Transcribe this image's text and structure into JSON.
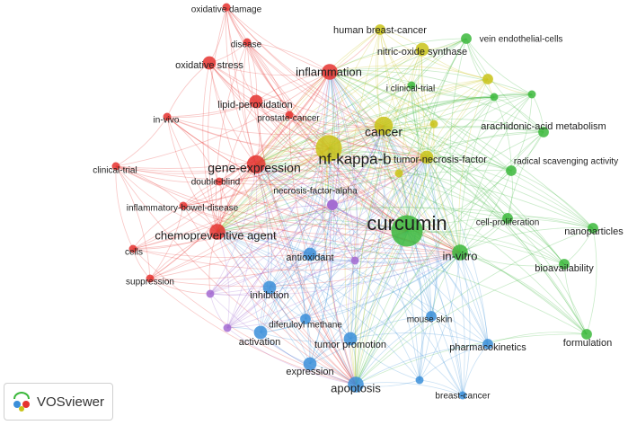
{
  "app": {
    "name": "VOSviewer"
  },
  "colors": {
    "red": "#e5322f",
    "yellow": "#c9c318",
    "green": "#3cb83c",
    "blue": "#3b8fd9",
    "purple": "#a36ad1"
  },
  "nodes": [
    {
      "id": "curcumin",
      "label": "curcumin",
      "cluster": "green",
      "weight": 10
    },
    {
      "id": "nf-kappa-b",
      "label": "nf-kappa-b",
      "cluster": "yellow",
      "weight": 8
    },
    {
      "id": "cancer",
      "label": "cancer",
      "cluster": "yellow",
      "weight": 5
    },
    {
      "id": "gene-expression",
      "label": "gene-expression",
      "cluster": "red",
      "weight": 5
    },
    {
      "id": "inflammation",
      "label": "inflammation",
      "cluster": "red",
      "weight": 4
    },
    {
      "id": "chemopreventive-agent",
      "label": "chemopreventive agent",
      "cluster": "red",
      "weight": 4
    },
    {
      "id": "in-vitro",
      "label": "in-vitro",
      "cluster": "green",
      "weight": 4
    },
    {
      "id": "apoptosis",
      "label": "apoptosis",
      "cluster": "blue",
      "weight": 4
    },
    {
      "id": "tumor-necrosis-factor",
      "label": "tumor-necrosis-factor",
      "cluster": "yellow",
      "weight": 3
    },
    {
      "id": "nitric-oxide-synthase",
      "label": "nitric-oxide synthase",
      "cluster": "yellow",
      "weight": 3
    },
    {
      "id": "human-breast-cancer",
      "label": "human breast-cancer",
      "cluster": "yellow",
      "weight": 2
    },
    {
      "id": "oxidative-stress",
      "label": "oxidative stress",
      "cluster": "red",
      "weight": 3
    },
    {
      "id": "lipid-peroxidation",
      "label": "lipid-peroxidation",
      "cluster": "red",
      "weight": 3
    },
    {
      "id": "tumor-promotion",
      "label": "tumor promotion",
      "cluster": "blue",
      "weight": 3
    },
    {
      "id": "antioxidant",
      "label": "antioxidant",
      "cluster": "blue",
      "weight": 3
    },
    {
      "id": "inhibition",
      "label": "inhibition",
      "cluster": "blue",
      "weight": 3
    },
    {
      "id": "activation",
      "label": "activation",
      "cluster": "blue",
      "weight": 3
    },
    {
      "id": "expression",
      "label": "expression",
      "cluster": "blue",
      "weight": 3
    },
    {
      "id": "diferuloyl-methane",
      "label": "diferuloyl methane",
      "cluster": "blue",
      "weight": 2
    },
    {
      "id": "mouse-skin",
      "label": "mouse skin",
      "cluster": "blue",
      "weight": 2
    },
    {
      "id": "pharmacokinetics",
      "label": "pharmacokinetics",
      "cluster": "blue",
      "weight": 2
    },
    {
      "id": "bioavailability",
      "label": "bioavailability",
      "cluster": "green",
      "weight": 2
    },
    {
      "id": "formulation",
      "label": "formulation",
      "cluster": "green",
      "weight": 2
    },
    {
      "id": "nanoparticles",
      "label": "nanoparticles",
      "cluster": "green",
      "weight": 2
    },
    {
      "id": "cell-proliferation",
      "label": "cell-proliferation",
      "cluster": "green",
      "weight": 2
    },
    {
      "id": "radical-scavenging-activity",
      "label": "radical scavenging activity",
      "cluster": "green",
      "weight": 2
    },
    {
      "id": "arachidonic-acid-metabolism",
      "label": "arachidonic-acid metabolism",
      "cluster": "green",
      "weight": 2
    },
    {
      "id": "vein-endothelial-cells",
      "label": "vein endothelial-cells",
      "cluster": "green",
      "weight": 2
    },
    {
      "id": "breast-cancer",
      "label": "breast-cancer",
      "cluster": "blue",
      "weight": 1
    },
    {
      "id": "i-clinical-trial",
      "label": "i clinical-trial",
      "cluster": "green",
      "weight": 1
    },
    {
      "id": "prostate-cancer",
      "label": "prostate-cancer",
      "cluster": "red",
      "weight": 1
    },
    {
      "id": "necrosis-factor-alpha",
      "label": "necrosis-factor-alpha",
      "cluster": "purple",
      "weight": 2
    },
    {
      "id": "double-blind",
      "label": "double-blind",
      "cluster": "red",
      "weight": 1
    },
    {
      "id": "inflammatory-bowel-disease",
      "label": "inflammatory-bowel-disease",
      "cluster": "red",
      "weight": 1
    },
    {
      "id": "clinical-trial",
      "label": "clinical-trial",
      "cluster": "red",
      "weight": 1
    },
    {
      "id": "in-vivo",
      "label": "in-vivo",
      "cluster": "red",
      "weight": 1
    },
    {
      "id": "oxidative-damage",
      "label": "oxidative damage",
      "cluster": "red",
      "weight": 1
    },
    {
      "id": "disease",
      "label": "disease",
      "cluster": "red",
      "weight": 1
    },
    {
      "id": "cells",
      "label": "cells",
      "cluster": "red",
      "weight": 1
    },
    {
      "id": "suppression",
      "label": "suppression",
      "cluster": "red",
      "weight": 1
    },
    {
      "id": "u-purple-1",
      "label": "",
      "cluster": "purple",
      "weight": 2
    },
    {
      "id": "u-purple-2",
      "label": "",
      "cluster": "purple",
      "weight": 1
    },
    {
      "id": "u-purple-3",
      "label": "",
      "cluster": "purple",
      "weight": 1
    },
    {
      "id": "u-purple-4",
      "label": "",
      "cluster": "purple",
      "weight": 1
    },
    {
      "id": "u-yellow-1",
      "label": "",
      "cluster": "yellow",
      "weight": 2
    },
    {
      "id": "u-yellow-2",
      "label": "",
      "cluster": "yellow",
      "weight": 1
    },
    {
      "id": "u-yellow-3",
      "label": "",
      "cluster": "yellow",
      "weight": 1
    },
    {
      "id": "u-green-1",
      "label": "",
      "cluster": "green",
      "weight": 1
    },
    {
      "id": "u-green-2",
      "label": "",
      "cluster": "green",
      "weight": 1
    },
    {
      "id": "u-blue-1",
      "label": "",
      "cluster": "blue",
      "weight": 1
    }
  ]
}
